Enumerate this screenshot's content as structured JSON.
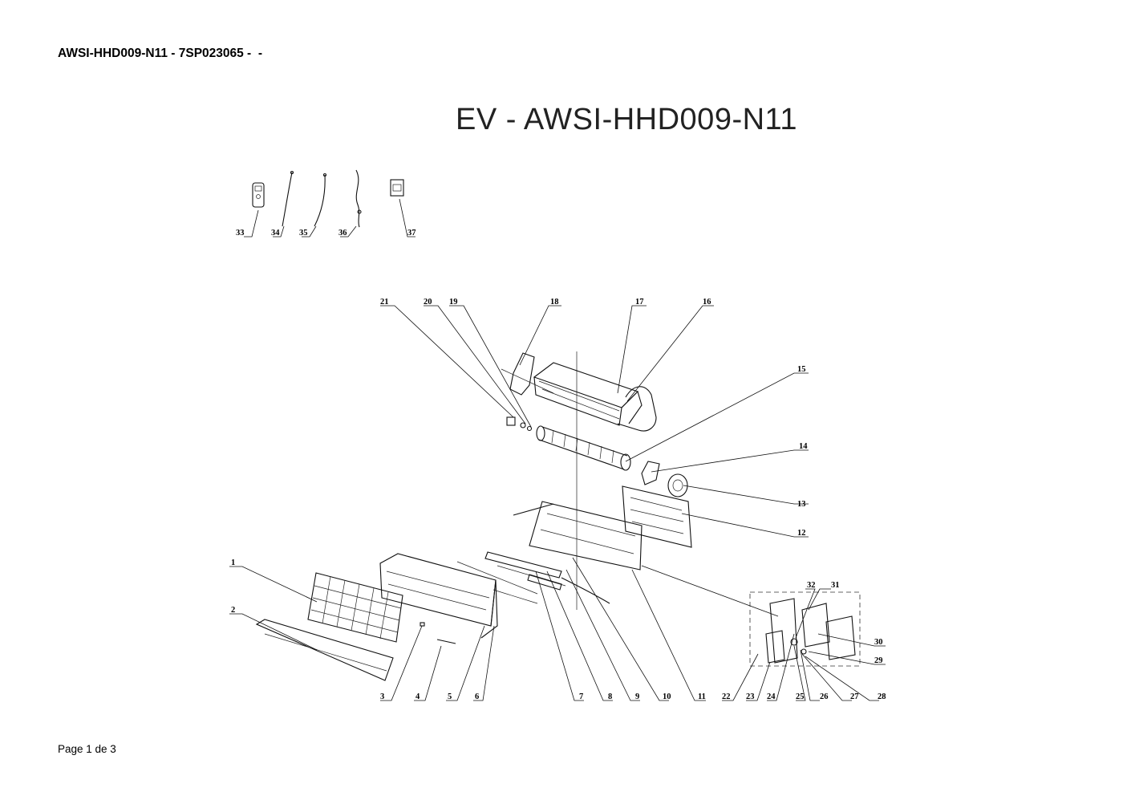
{
  "document": {
    "header": "AWSI-HHD009-N11 - 7SP023065 -  -",
    "title": "EV - AWSI-HHD009-N11",
    "footer": "Page 1 de 3"
  },
  "callouts": {
    "c1": "1",
    "c2": "2",
    "c3": "3",
    "c4": "4",
    "c5": "5",
    "c6": "6",
    "c7": "7",
    "c8": "8",
    "c9": "9",
    "c10": "10",
    "c11": "11",
    "c12": "12",
    "c13": "13",
    "c14": "14",
    "c15": "15",
    "c16": "16",
    "c17": "17",
    "c18": "18",
    "c19": "19",
    "c20": "20",
    "c21": "21",
    "c22": "22",
    "c23": "23",
    "c24": "24",
    "c25": "25",
    "c26": "26",
    "c27": "27",
    "c28": "28",
    "c29": "29",
    "c30": "30",
    "c31": "31",
    "c32": "32",
    "c33": "33",
    "c34": "34",
    "c35": "35",
    "c36": "36",
    "c37": "37"
  }
}
